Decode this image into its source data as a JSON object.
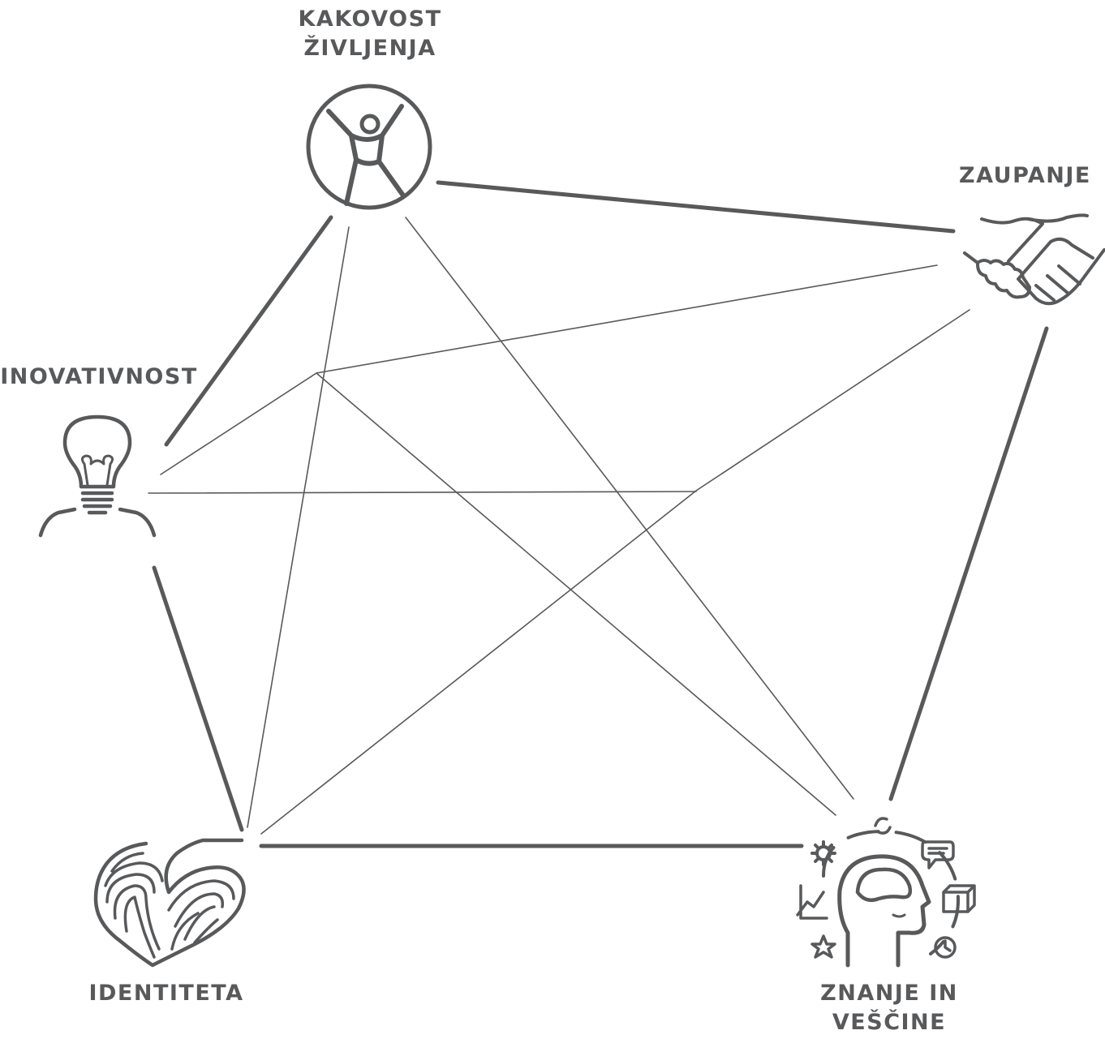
{
  "nodes": {
    "kakovost": {
      "line1": "KAKOVOST",
      "line2": "ŽIVLJENJA",
      "icon": "person-jumping-in-circle-icon"
    },
    "zaupanje": {
      "line1": "ZAUPANJE",
      "icon": "handshake-icon"
    },
    "inovativnost": {
      "line1": "INOVATIVNOST",
      "icon": "lightbulb-head-icon"
    },
    "identiteta": {
      "line1": "IDENTITETA",
      "icon": "fingerprint-leaf-icon"
    },
    "znanje": {
      "line1": "ZNANJE IN",
      "line2": "VEŠČINE",
      "icon": "head-knowledge-icon"
    }
  },
  "colors": {
    "ink": "#58595b",
    "background": "#ffffff"
  }
}
